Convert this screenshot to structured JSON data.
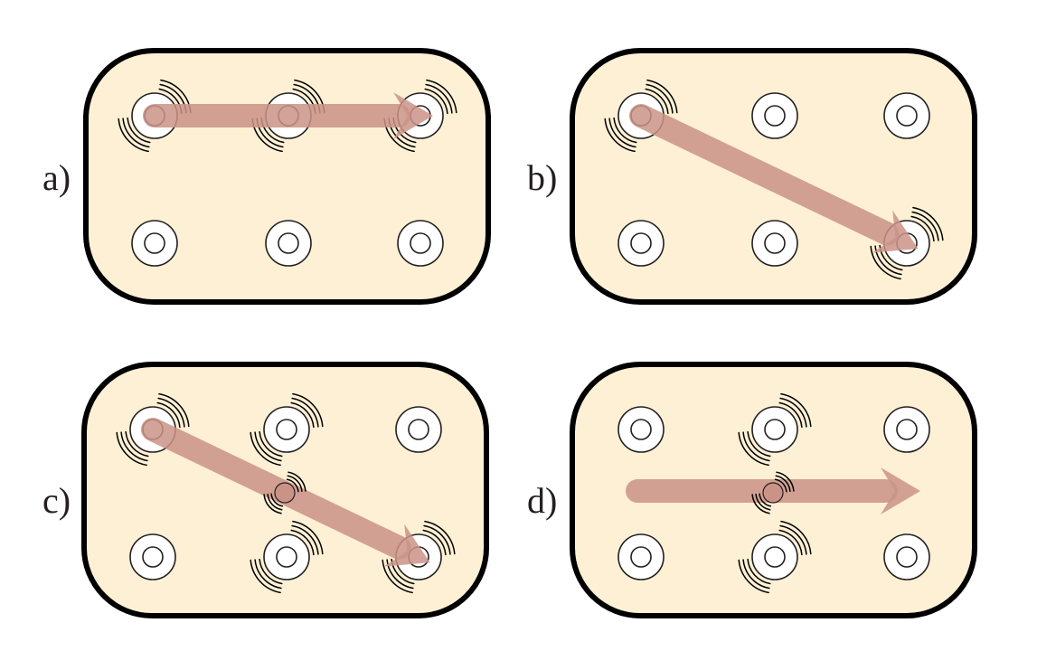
{
  "colors": {
    "board_fill": "#fdf0d5",
    "board_stroke": "#000000",
    "arrow": "#cb9387",
    "pad_fill": "#ffffff",
    "pad_stroke": "#231f20"
  },
  "panels": [
    {
      "label": "a)",
      "active_pads": [
        "top-left",
        "top-center",
        "top-right"
      ],
      "virtual_pad": null,
      "arrow": {
        "from": "top-left",
        "to": "top-right"
      }
    },
    {
      "label": "b)",
      "active_pads": [
        "top-left",
        "bottom-right"
      ],
      "virtual_pad": null,
      "arrow": {
        "from": "top-left",
        "to": "bottom-right"
      }
    },
    {
      "label": "c)",
      "active_pads": [
        "top-left",
        "top-center",
        "bottom-center",
        "bottom-right"
      ],
      "virtual_pad": "center",
      "arrow": {
        "from": "top-left",
        "to": "bottom-right"
      }
    },
    {
      "label": "d)",
      "active_pads": [
        "top-center",
        "bottom-center"
      ],
      "virtual_pad": "center",
      "arrow": {
        "from": "mid-left",
        "to": "mid-right"
      }
    }
  ]
}
